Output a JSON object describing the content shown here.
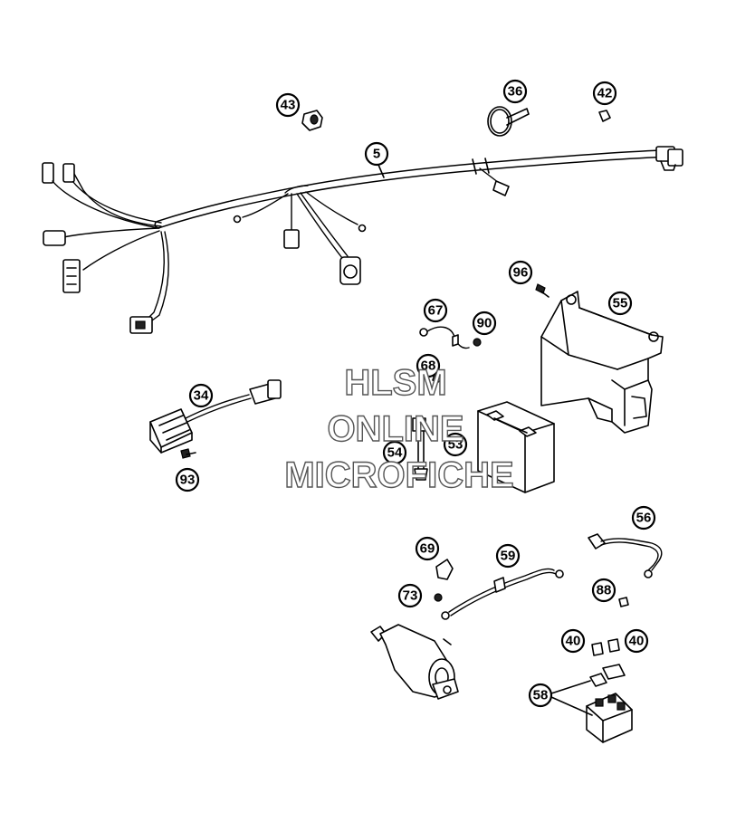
{
  "watermark": {
    "line1": "HLSM",
    "line2": "ONLINE",
    "line3": "MICROFICHE"
  },
  "callouts": [
    {
      "id": "c43",
      "label": "43"
    },
    {
      "id": "c36",
      "label": "36"
    },
    {
      "id": "c42",
      "label": "42"
    },
    {
      "id": "c5",
      "label": "5"
    },
    {
      "id": "c96",
      "label": "96"
    },
    {
      "id": "c55",
      "label": "55"
    },
    {
      "id": "c67",
      "label": "67"
    },
    {
      "id": "c90",
      "label": "90"
    },
    {
      "id": "c68",
      "label": "68"
    },
    {
      "id": "c34",
      "label": "34"
    },
    {
      "id": "c54",
      "label": "54"
    },
    {
      "id": "c53",
      "label": "53"
    },
    {
      "id": "c93",
      "label": "93"
    },
    {
      "id": "c56",
      "label": "56"
    },
    {
      "id": "c69",
      "label": "69"
    },
    {
      "id": "c59",
      "label": "59"
    },
    {
      "id": "c73",
      "label": "73"
    },
    {
      "id": "c88",
      "label": "88"
    },
    {
      "id": "c40a",
      "label": "40"
    },
    {
      "id": "c40b",
      "label": "40"
    },
    {
      "id": "c58",
      "label": "58"
    }
  ]
}
